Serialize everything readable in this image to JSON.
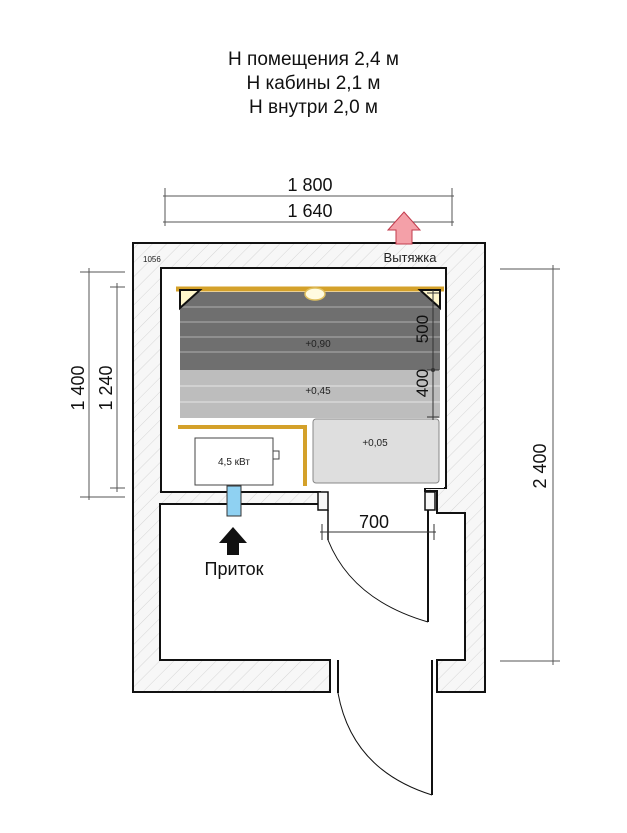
{
  "header": {
    "lines": [
      "H помещения 2,4 м",
      "H кабины 2,1 м",
      "H внутри 2,0 м"
    ]
  },
  "dimensions": {
    "overall_width": "1 800",
    "inner_width": "1 640",
    "overall_height": "2 400",
    "sauna_outer_height": "1 400",
    "sauna_inner_height": "1 240",
    "upper_bench_depth": "500",
    "lower_bench_depth": "400",
    "door_width": "700"
  },
  "labels": {
    "code": "1056",
    "exhaust": "Вытяжка",
    "intake": "Приток",
    "heater": "4,5 кВт",
    "bench_top": "+0,90",
    "bench_mid": "+0,45",
    "bench_floor": "+0,05"
  },
  "colors": {
    "wall": "#f7f7f7",
    "wall_stroke": "#111111",
    "bench_dark": "#6f6f6f",
    "bench_light": "#bdbdbd",
    "floor_grate": "#dedede",
    "accent_wood": "#d4a12a",
    "exhaust_arrow": "#f4a0a8",
    "intake_vent": "#8fd1f2"
  }
}
